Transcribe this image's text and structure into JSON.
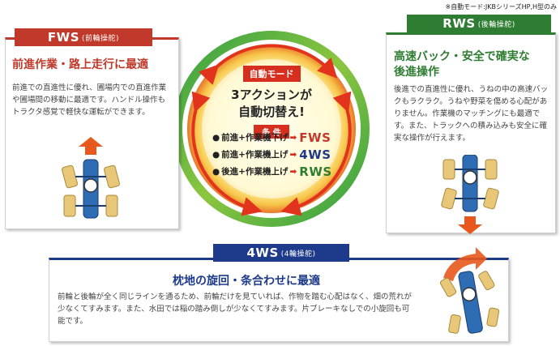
{
  "note": "※自動モード:JKBシリーズHP,H型のみ",
  "colors": {
    "fws": "#c0392b",
    "rws": "#2e7d32",
    "ws4": "#1e3a8a",
    "tractor_blue": "#2e6db4",
    "tire": "#e8c878"
  },
  "fws": {
    "tab_main": "FWS",
    "tab_sub": "(前輪操舵)",
    "heading": "前進作業・路上走行に最適",
    "body": "前進での直進性に優れ、圃場内での直進作業や圃場間の移動に最適です。ハンドル操作もトラクタ感覚で軽快な運転ができます。",
    "icons": [
      "steering-wheel-icon",
      "arrow-up-icon"
    ]
  },
  "rws": {
    "tab_main": "RWS",
    "tab_sub": "(後輪操舵)",
    "heading_line1": "高速バック・安全で確実な",
    "heading_line2": "後進操作",
    "body": "後進での直進性に優れ、うねの中の高速バックもラクラク。うねや野菜を傷める心配がありません。作業機のマッチングにも最適です。また、トラックへの積み込みも安全に確実な操作が行えます。",
    "icons": [
      "steering-wheel-icon",
      "arrow-down-icon"
    ]
  },
  "ws4": {
    "tab_main": "4WS",
    "tab_sub": "(4輪操舵)",
    "heading": "枕地の旋回・条合わせに最適",
    "body": "前輪と後輪が全く同じラインを通るため、前輪だけを見ていれば、作物を踏む心配はなく、畑の荒れが少なくてすみます。また、水田では稲の踏み倒しが少なくてすみます。片ブレーキなしでの小旋回も可能です。",
    "icons": [
      "steering-wheel-icon",
      "curved-arrow-icon"
    ]
  },
  "center": {
    "mode_label": "自動モード",
    "title_line1": "3アクションが",
    "title_line2": "自動切替え!",
    "conditions_label": "条 件",
    "conditions": [
      {
        "text": "前進+作業機下げ",
        "result": "FWS",
        "color": "#c0392b"
      },
      {
        "text": "前進+作業機上げ",
        "result": "4WS",
        "color": "#1e3a8a"
      },
      {
        "text": "後進+作業機上げ",
        "result": "RWS",
        "color": "#2e7d32"
      }
    ]
  }
}
